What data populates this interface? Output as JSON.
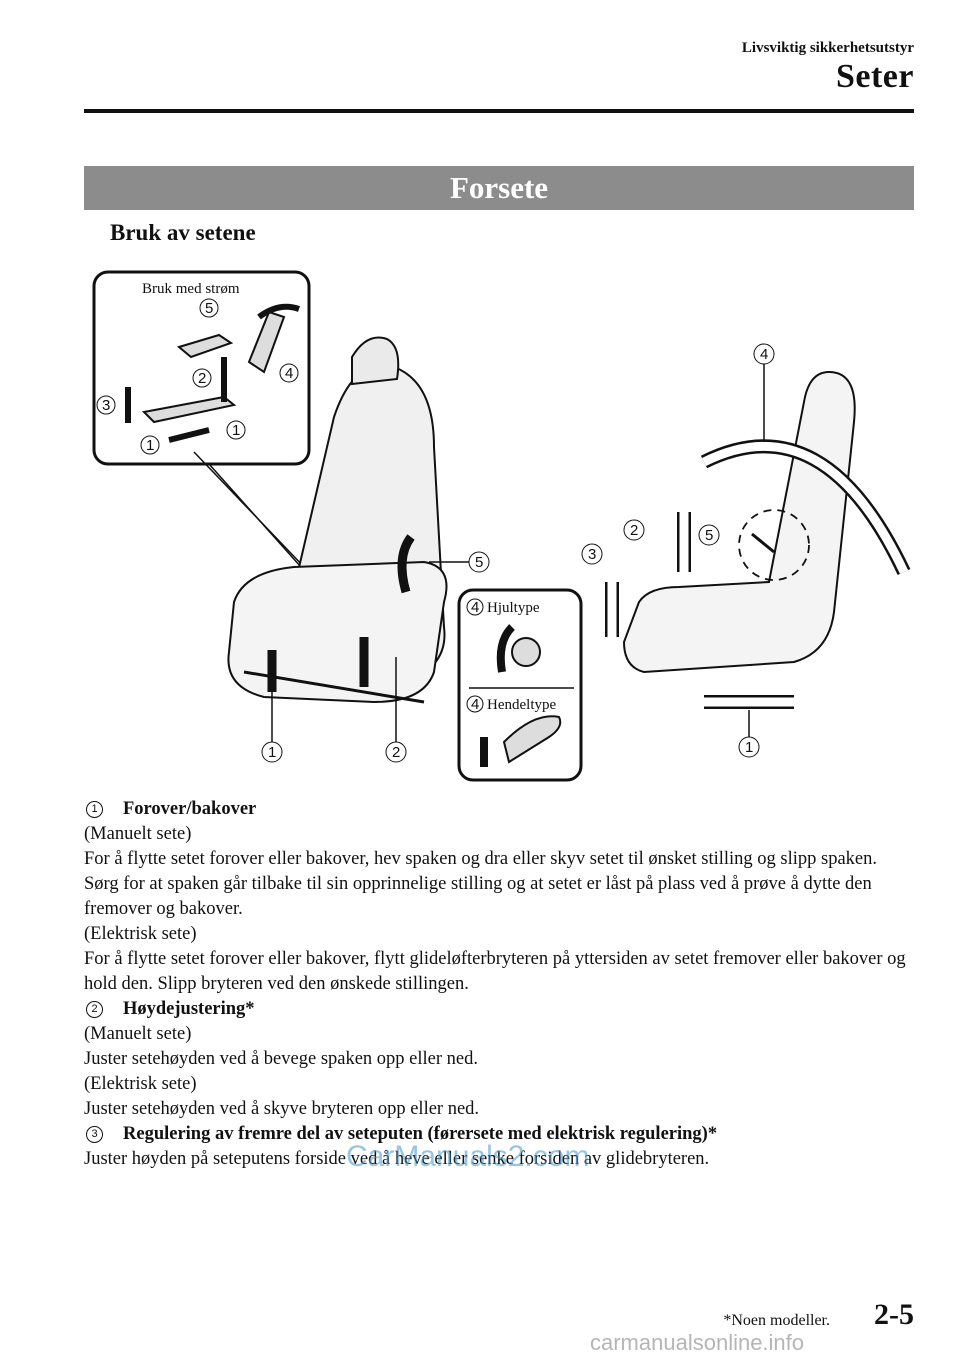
{
  "header": {
    "section": "Livsviktig sikkerhetsutstyr",
    "chapter": "Seter"
  },
  "section_title": "Forsete",
  "subheading": "Bruk av setene",
  "figure": {
    "inset_title": "Bruk med strøm",
    "wheel_type_label": "Hjultype",
    "lever_type_label": "Hendeltype",
    "callouts": [
      "1",
      "2",
      "3",
      "4",
      "5"
    ]
  },
  "items": [
    {
      "number": "1",
      "title": "Forover/bakover",
      "paragraphs": [
        "(Manuelt sete)",
        "For å flytte setet forover eller bakover, hev spaken og dra eller skyv setet til ønsket stilling og slipp spaken.",
        "Sørg for at spaken går tilbake til sin opprinnelige stilling og at setet er låst på plass ved å prøve å dytte den fremover og bakover.",
        "(Elektrisk sete)",
        "For å flytte setet forover eller bakover, flytt glideløfterbryteren på yttersiden av setet fremover eller bakover og hold den. Slipp bryteren ved den ønskede stillingen."
      ]
    },
    {
      "number": "2",
      "title": "Høydejustering*",
      "paragraphs": [
        "(Manuelt sete)",
        "Juster setehøyden ved å bevege spaken opp eller ned.",
        "(Elektrisk sete)",
        "Juster setehøyden ved å skyve bryteren opp eller ned."
      ]
    },
    {
      "number": "3",
      "title": "Regulering av fremre del av seteputen (førersete med elektrisk regulering)*",
      "paragraphs": [
        "Juster høyden på seteputens forside ved å heve eller senke forsiden av glidebryteren."
      ]
    }
  ],
  "footer": {
    "note": "*Noen modeller.",
    "page_number": "2-5"
  },
  "watermarks": {
    "main": "CarManuals2.com",
    "bottom": "carmanualsonline.info"
  }
}
